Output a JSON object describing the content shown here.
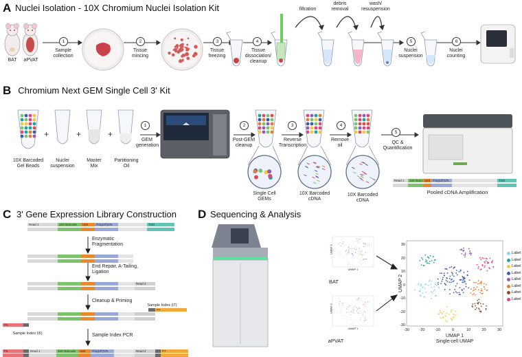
{
  "panel_a": {
    "letter": "A",
    "title": "Nuclei Isolation - 10X Chromium Nuclei Isolation Kit",
    "samples": [
      "BAT",
      "aPVAT"
    ],
    "steps": [
      {
        "num": "1",
        "label": "Sample collection"
      },
      {
        "num": "2",
        "label": "Tissue mincing"
      },
      {
        "num": "3",
        "label": "Tissue freezing"
      },
      {
        "num": "4",
        "label": "Tissue dissociation/ cleanup"
      },
      {
        "num": "5",
        "label": "Nuclei suspension"
      },
      {
        "num": "6",
        "label": "Nuclei counting"
      }
    ],
    "substeps": [
      "filtration",
      "debris removal",
      "wash/ resuspension"
    ]
  },
  "panel_b": {
    "letter": "B",
    "title": "Chromium Next GEM Single Cell 3' Kit",
    "reagents": [
      "10X Barcoded Gel Beads",
      "Nuclei suspension",
      "Master Mix",
      "Partitioning Oil"
    ],
    "steps": [
      {
        "num": "1",
        "label": "GEM generation"
      },
      {
        "num": "2",
        "label": "Post-GEM cleanup"
      },
      {
        "num": "3",
        "label": "Reverse Transcription"
      },
      {
        "num": "4",
        "label": "Remove oil"
      },
      {
        "num": "5",
        "label": "QC & Quantification"
      }
    ],
    "circle_labels": [
      "Single Cell GEMs",
      "10X Barcoded cDNA",
      "10X Barcoded cDNA"
    ],
    "amp_label": "Pooled cDNA Amplification",
    "construct": {
      "read1": "Read 1",
      "barcode": "10X Barcode",
      "umi": "UMI",
      "polydt": "Poly(dT)VN",
      "tso": "TSO"
    }
  },
  "panel_c": {
    "letter": "C",
    "title": "3' Gene Expression Library Construction",
    "steps": [
      "Enzymatic Fragmentation",
      "End Repair, A-Tailing, Ligation",
      "Cleanup & Priming",
      "Sample Index PCR"
    ],
    "construct": {
      "read1": "Read 1",
      "barcode": "10X Barcode",
      "umi": "UMI",
      "polydt": "Poly(dT)VN",
      "tso": "TSO",
      "read2": "Read 2",
      "i7": "Sample Index (i7)",
      "p7": "P7",
      "p5": "P5",
      "i5": "Sample Index (i5)"
    }
  },
  "panel_d": {
    "letter": "D",
    "title": "Sequencing & Analysis",
    "small_umaps": [
      "BAT",
      "aPVAT"
    ],
    "small_axis": {
      "x": "UMAP 1",
      "y": "UMAP 2"
    },
    "big_umap": {
      "xlabel": "UMAP 1",
      "ylabel": "UMAP 2",
      "caption": "Single-cell UMAP",
      "xticks": [
        "-30",
        "-20",
        "-10",
        "0",
        "10",
        "20",
        "30"
      ],
      "yticks": [
        "30",
        "20",
        "10",
        "0",
        "-10",
        "-20",
        "-30"
      ]
    },
    "legend": [
      {
        "label": "Label",
        "color": "#8fd3f4"
      },
      {
        "label": "Label",
        "color": "#1ba39c"
      },
      {
        "label": "Label",
        "color": "#f4c542"
      },
      {
        "label": "Label",
        "color": "#3d5aa8"
      },
      {
        "label": "Label",
        "color": "#8e5bb5"
      },
      {
        "label": "Label",
        "color": "#e07b39"
      },
      {
        "label": "Label",
        "color": "#8b4a2b"
      },
      {
        "label": "Label",
        "color": "#e0457b"
      }
    ]
  },
  "colors": {
    "read": "#d9d9d9",
    "barcode": "#7dc36b",
    "umi": "#e8892f",
    "polydt": "#9aa8d8",
    "tso": "#5fc4b5",
    "read2": "#cfcfcf",
    "p7": "#f2a83b",
    "p5": "#e8747a",
    "index": "#6b6b6b"
  }
}
